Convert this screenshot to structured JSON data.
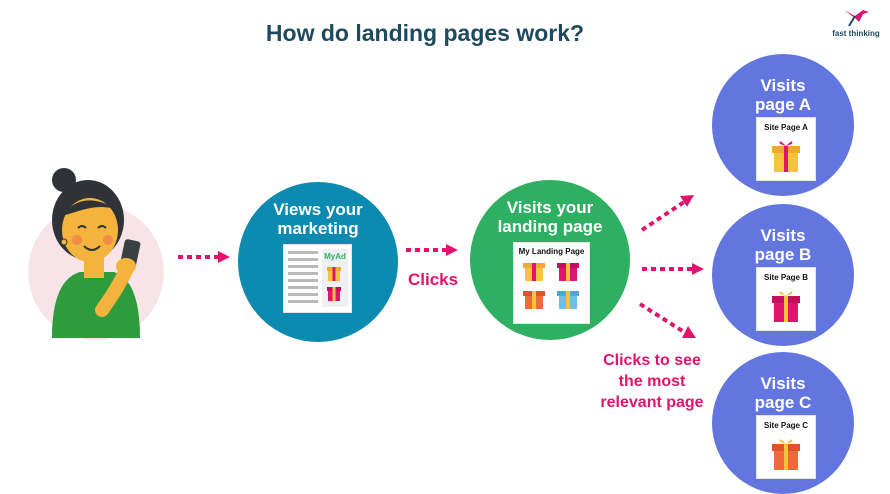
{
  "title": "How do landing pages work?",
  "logo": {
    "text": "fast thinking"
  },
  "marketing": {
    "title_line1": "Views your",
    "title_line2": "marketing",
    "ad_label": "MyAd"
  },
  "clicks_label": "Clicks",
  "landing": {
    "title_line1": "Visits your",
    "title_line2": "landing page",
    "card_title": "My Landing Page"
  },
  "relevant_label": {
    "line1": "Clicks to see",
    "line2": "the most",
    "line3": "relevant page"
  },
  "pages": [
    {
      "title_line1": "Visits",
      "title_line2": "page A",
      "card_label": "Site Page A"
    },
    {
      "title_line1": "Visits",
      "title_line2": "page B",
      "card_label": "Site Page B"
    },
    {
      "title_line1": "Visits",
      "title_line2": "page C",
      "card_label": "Site Page C"
    }
  ],
  "colors": {
    "title": "#1d4a5e",
    "marketing_circle": "#0d8ab0",
    "landing_circle": "#2eaf62",
    "page_circle": "#6376e0",
    "accent_pink": "#e0146d",
    "person_bg": "#f6e4e6"
  }
}
